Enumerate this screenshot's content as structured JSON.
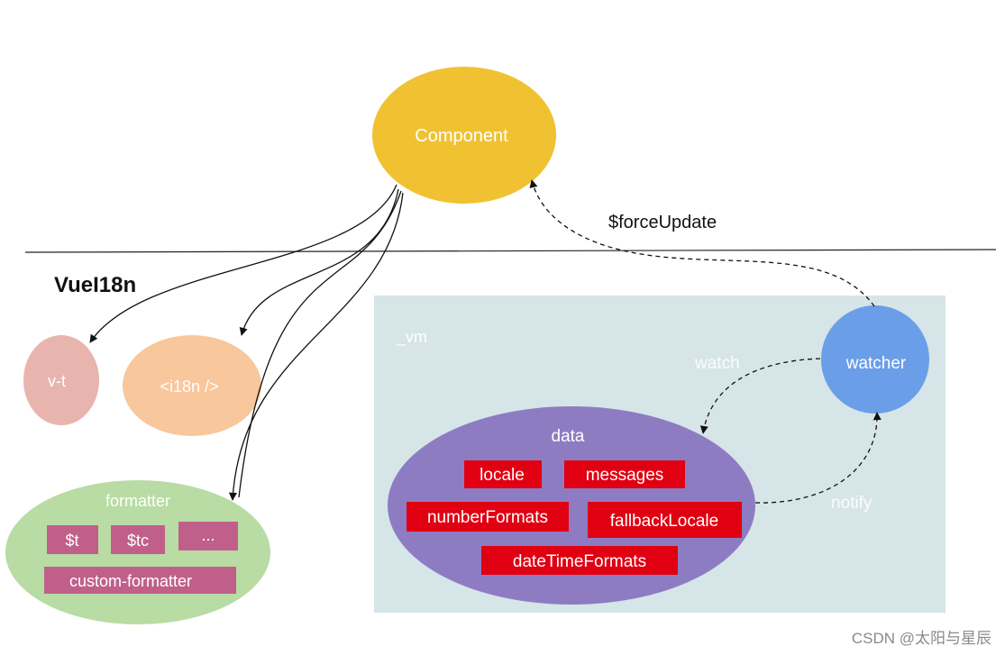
{
  "title": "VueI18n",
  "nodes": {
    "component": "Component",
    "vt": "v-t",
    "i18n": "<i18n />",
    "formatter": "formatter",
    "watcher": "watcher",
    "data": "data",
    "vm": "_vm"
  },
  "formatter_items": [
    "$t",
    "$tc",
    "...",
    "custom-formatter"
  ],
  "data_items": [
    "locale",
    "messages",
    "numberFormats",
    "fallbackLocale",
    "dateTimeFormats"
  ],
  "edges": {
    "force_update": "$forceUpdate",
    "watch": "watch",
    "notify": "notify"
  },
  "watermark": "CSDN @太阳与星辰",
  "colors": {
    "component": "#f0c232",
    "vt": "#e8b5ae",
    "i18n": "#f9c79c",
    "formatter_bg": "#b8dca4",
    "formatter_item": "#c0608a",
    "vm_bg": "#d6e5e7",
    "watcher": "#6a9ee8",
    "data_bg": "#8e7cc3",
    "data_item": "#e00012"
  }
}
